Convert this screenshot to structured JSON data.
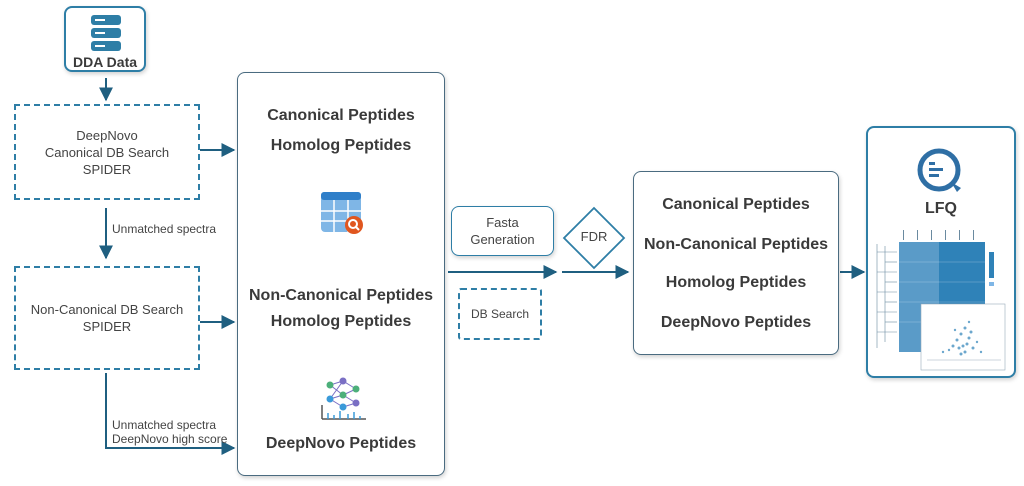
{
  "dda": {
    "label": "DDA Data",
    "icon": "database-icon"
  },
  "step1": {
    "line1": "DeepNovo",
    "line2": "Canonical DB Search",
    "line3": "SPIDER"
  },
  "unmatched1": "Unmatched spectra",
  "step2": {
    "line1": "Non-Canonical DB Search",
    "line2": "SPIDER"
  },
  "unmatched2": {
    "line1": "Unmatched spectra",
    "line2": "DeepNovo high score"
  },
  "middle": {
    "group1": [
      "Canonical Peptides",
      "Homolog Peptides"
    ],
    "table_icon": "table-search-icon",
    "group2": [
      "Non-Canonical Peptides",
      "Homolog Peptides"
    ],
    "network_icon": "neural-network-icon",
    "group3": "DeepNovo Peptides"
  },
  "fasta": {
    "line1": "Fasta",
    "line2": "Generation"
  },
  "db_search": "DB Search",
  "fdr": "FDR",
  "result": [
    "Canonical Peptides",
    "Non-Canonical Peptides",
    "Homolog Peptides",
    "DeepNovo Peptides"
  ],
  "lfq": {
    "label": "LFQ",
    "icon": "lfq-logo-icon",
    "thumbnail": "heatmap-thumbnail"
  },
  "colors": {
    "accent": "#2e7ea6",
    "arrow": "#1f5f80",
    "border": "#4a6b80"
  }
}
